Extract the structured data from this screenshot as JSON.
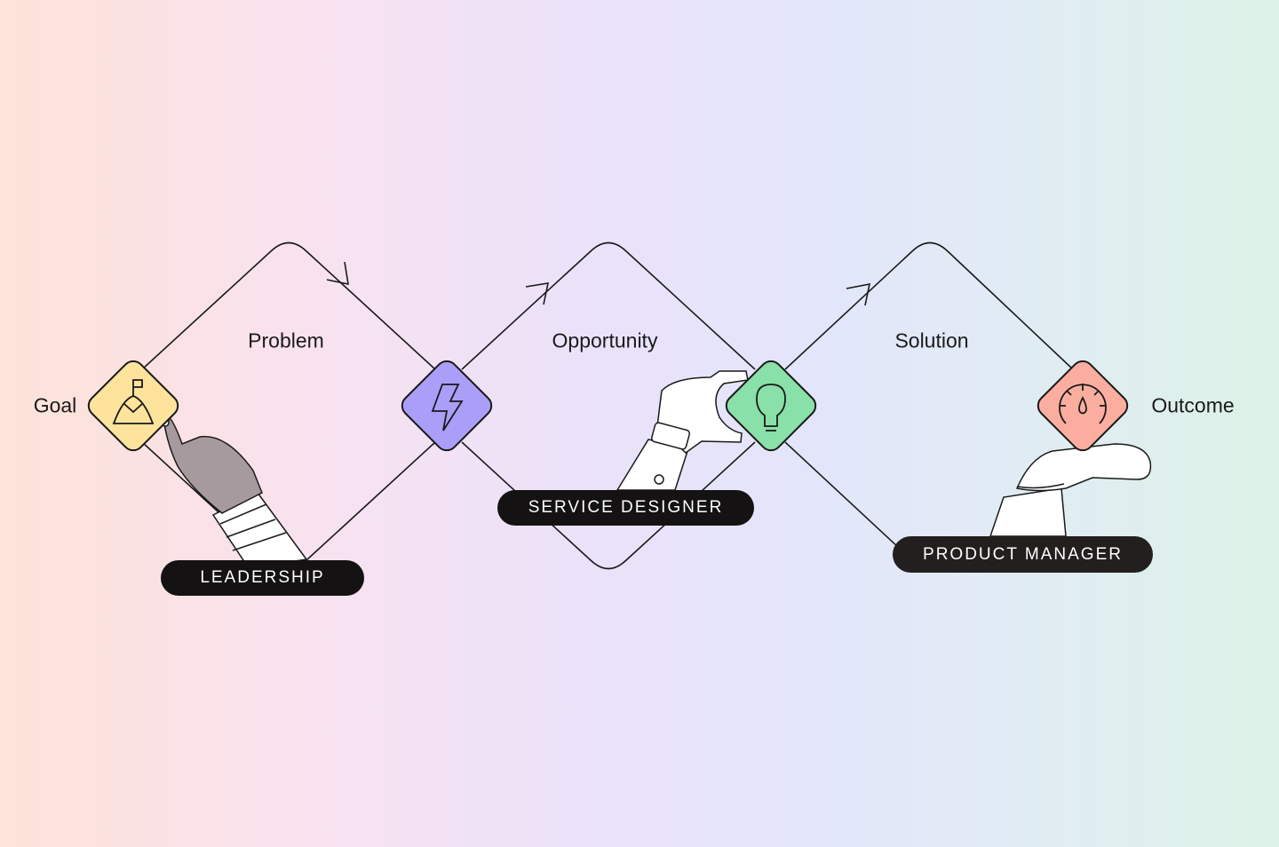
{
  "stages": [
    {
      "label": "Goal",
      "icon": "flag-mountain-icon",
      "color": "#fde39c"
    },
    {
      "label": "Problem",
      "icon": "lightning-icon",
      "color": "#ab9ef9"
    },
    {
      "label": "Opportunity",
      "icon": "lightbulb-icon",
      "color": "#89e0a8"
    },
    {
      "label": "Solution",
      "icon": "gauge-icon",
      "color": "#fbaea0"
    },
    {
      "label": "Outcome"
    }
  ],
  "roles": [
    "LEADERSHIP",
    "SERVICE DESIGNER",
    "PRODUCT MANAGER"
  ]
}
